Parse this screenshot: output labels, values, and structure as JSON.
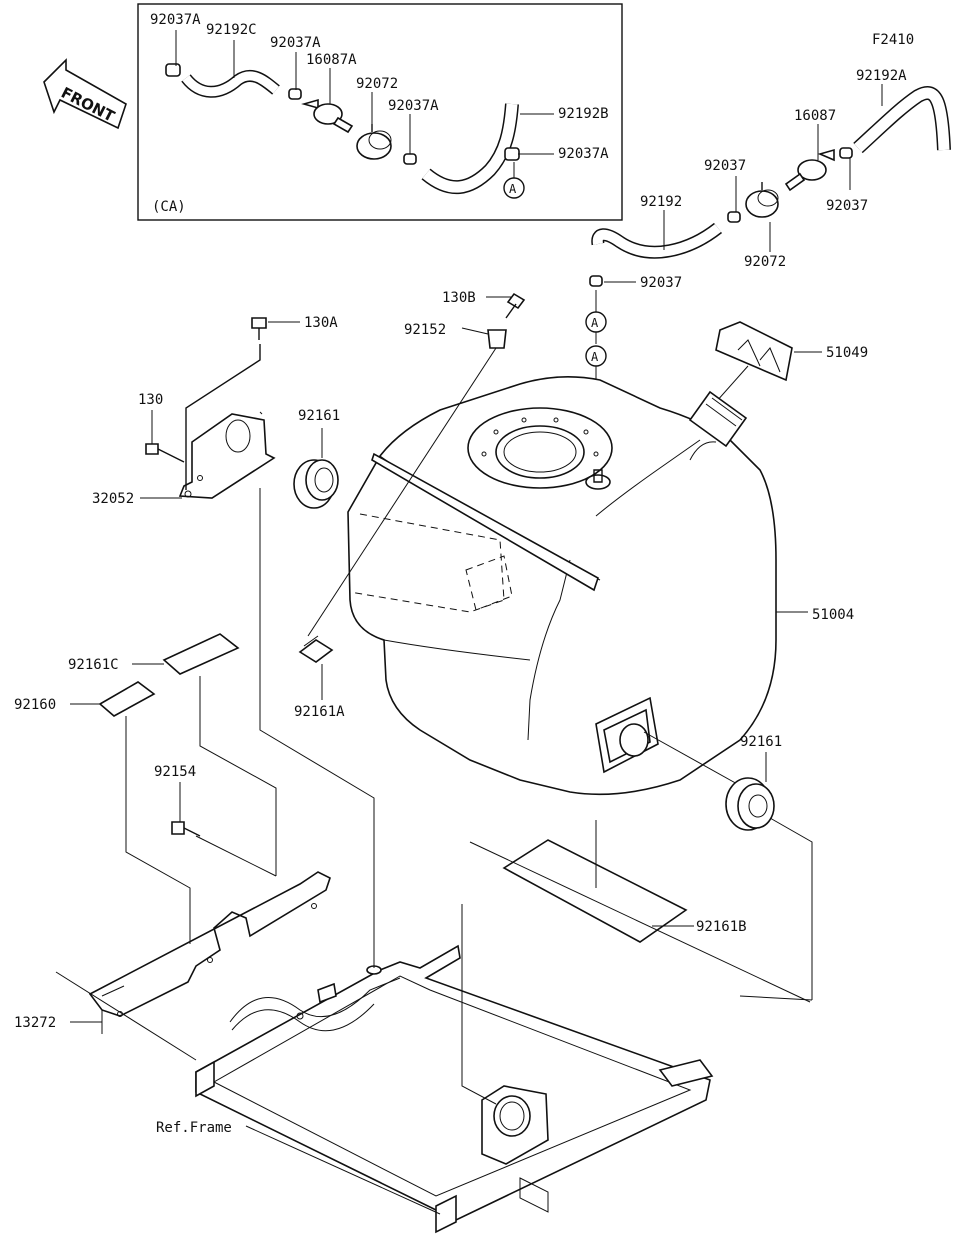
{
  "figure_code": "F2410",
  "front_label": "FRONT",
  "inset": {
    "region_label": "(CA)",
    "callouts": [
      "92037A",
      "92192C",
      "92037A",
      "16087A",
      "92072",
      "92037A",
      "92192B",
      "92037A"
    ],
    "ref_marker": "A"
  },
  "main_callouts": {
    "hose_upper": "92192A",
    "filter": "16087",
    "clamp_upper_left": "92037",
    "clamp_upper_right": "92037",
    "hose": "92192",
    "damper": "92072",
    "clamp_lower": "92037",
    "bolt_130b": "130B",
    "bolt_130a": "130A",
    "bolt_130": "130",
    "collar": "92152",
    "cap": "51049",
    "grommet_upper": "92161",
    "bracket": "32052",
    "tank": "51004",
    "pad_92161c": "92161C",
    "pad_92160": "92160",
    "pad_92161a": "92161A",
    "bolt_92154": "92154",
    "grommet_lower": "92161",
    "pad_92161b": "92161B",
    "stay": "13272",
    "frame_ref": "Ref.Frame"
  },
  "ref_marker": "A"
}
